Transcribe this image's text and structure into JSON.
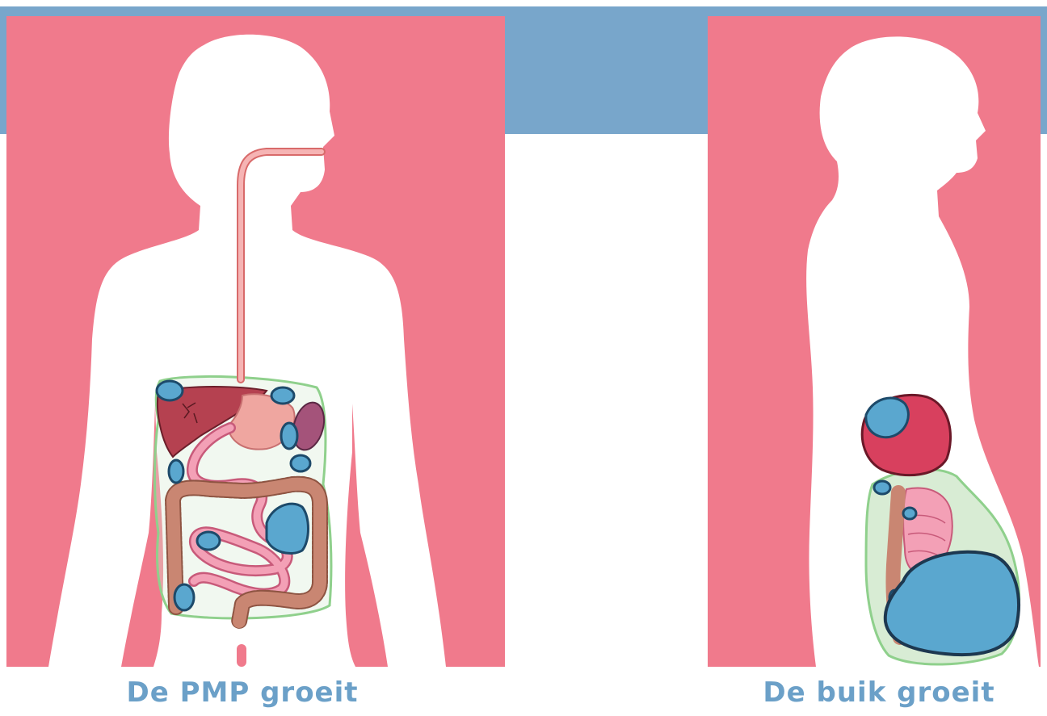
{
  "captions": {
    "left": "De PMP groeit",
    "right": "De buik groeit"
  },
  "colors": {
    "background_pink": "#f07a8c",
    "band_blue": "#78a6cb",
    "silhouette": "#ffffff",
    "caption_blue": "#6ba0c8",
    "tumor_blue": "#5aa7cf",
    "tumor_outline": "#1d4a6a",
    "liver": "#b54150",
    "stomach": "#efa6a0",
    "spleen": "#a4537a",
    "small_intestine": "#f3a0b6",
    "colon": "#c98672",
    "peritoneum_line": "#8fd08c",
    "peritoneum_fill": "#d8ecd4",
    "esophagus": "#f4a7a7",
    "large_tumor_red": "#d8405e"
  },
  "panels": [
    {
      "id": "pmp-grows",
      "view": "front"
    },
    {
      "id": "belly-grows",
      "view": "side"
    }
  ]
}
